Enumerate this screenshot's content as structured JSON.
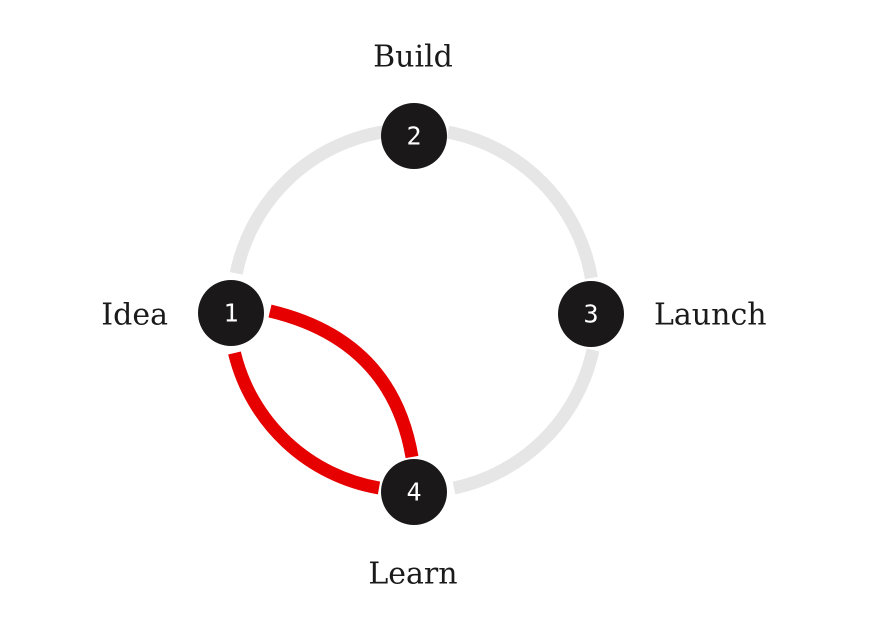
{
  "colors": {
    "background": "#ffffff",
    "ring": "#e6e6e6",
    "loop": "#e60000",
    "node_fill": "#1a1818",
    "node_text": "#ffffff",
    "label_text": "#1a1a1a"
  },
  "stages": [
    {
      "number": "1",
      "label": "Idea"
    },
    {
      "number": "2",
      "label": "Build"
    },
    {
      "number": "3",
      "label": "Launch"
    },
    {
      "number": "4",
      "label": "Learn"
    }
  ]
}
